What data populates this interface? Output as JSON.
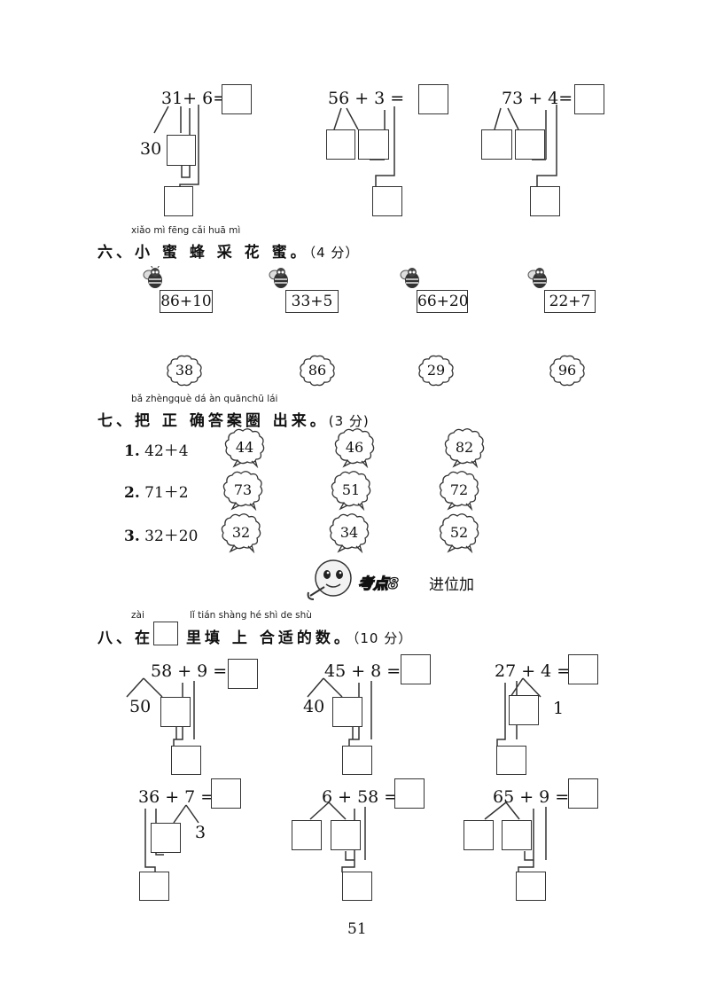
{
  "section5_tail": {
    "problems": [
      {
        "expr": "31+ 6=",
        "split_left": "30"
      },
      {
        "expr": "56 + 3 ="
      },
      {
        "expr": "73 + 4="
      }
    ]
  },
  "section6": {
    "pinyin": "xiǎo mì fēng cǎi huā mì",
    "title": "六、小 蜜 蜂 采 花 蜜。",
    "score": "（4 分）",
    "cards": [
      "86+10",
      "33+5",
      "66+20",
      "22+7"
    ],
    "flowers": [
      "38",
      "86",
      "29",
      "96"
    ]
  },
  "section7": {
    "pinyin": "bǎ zhèngquè dá àn quānchū lái",
    "title": "七、把 正 确答案圈 出来。",
    "score": "(3 分)",
    "questions": [
      {
        "num": "1.",
        "expr": "42＋4",
        "options": [
          "44",
          "46",
          "82"
        ]
      },
      {
        "num": "2.",
        "expr": "71＋2",
        "options": [
          "73",
          "51",
          "72"
        ]
      },
      {
        "num": "3.",
        "expr": "32＋20",
        "options": [
          "32",
          "34",
          "52"
        ]
      }
    ]
  },
  "banner": {
    "point_label": "考点8",
    "topic": "进位加"
  },
  "section8": {
    "pinyin_left": "zài",
    "pinyin_right": "lǐ tián shàng hé shì de shù",
    "title_before": "八、在",
    "title_after": "里填 上 合适的数。",
    "score": "（10 分）",
    "problems": [
      {
        "expr": "58 + 9 =",
        "split": "50"
      },
      {
        "expr": "45 + 8 =",
        "split": "40"
      },
      {
        "expr": "27 + 4 =",
        "split": "1"
      },
      {
        "expr": "36 + 7 =",
        "split": "3"
      },
      {
        "expr": "6 + 58 ="
      },
      {
        "expr": "65 + 9 ="
      }
    ]
  },
  "page_number": "51"
}
